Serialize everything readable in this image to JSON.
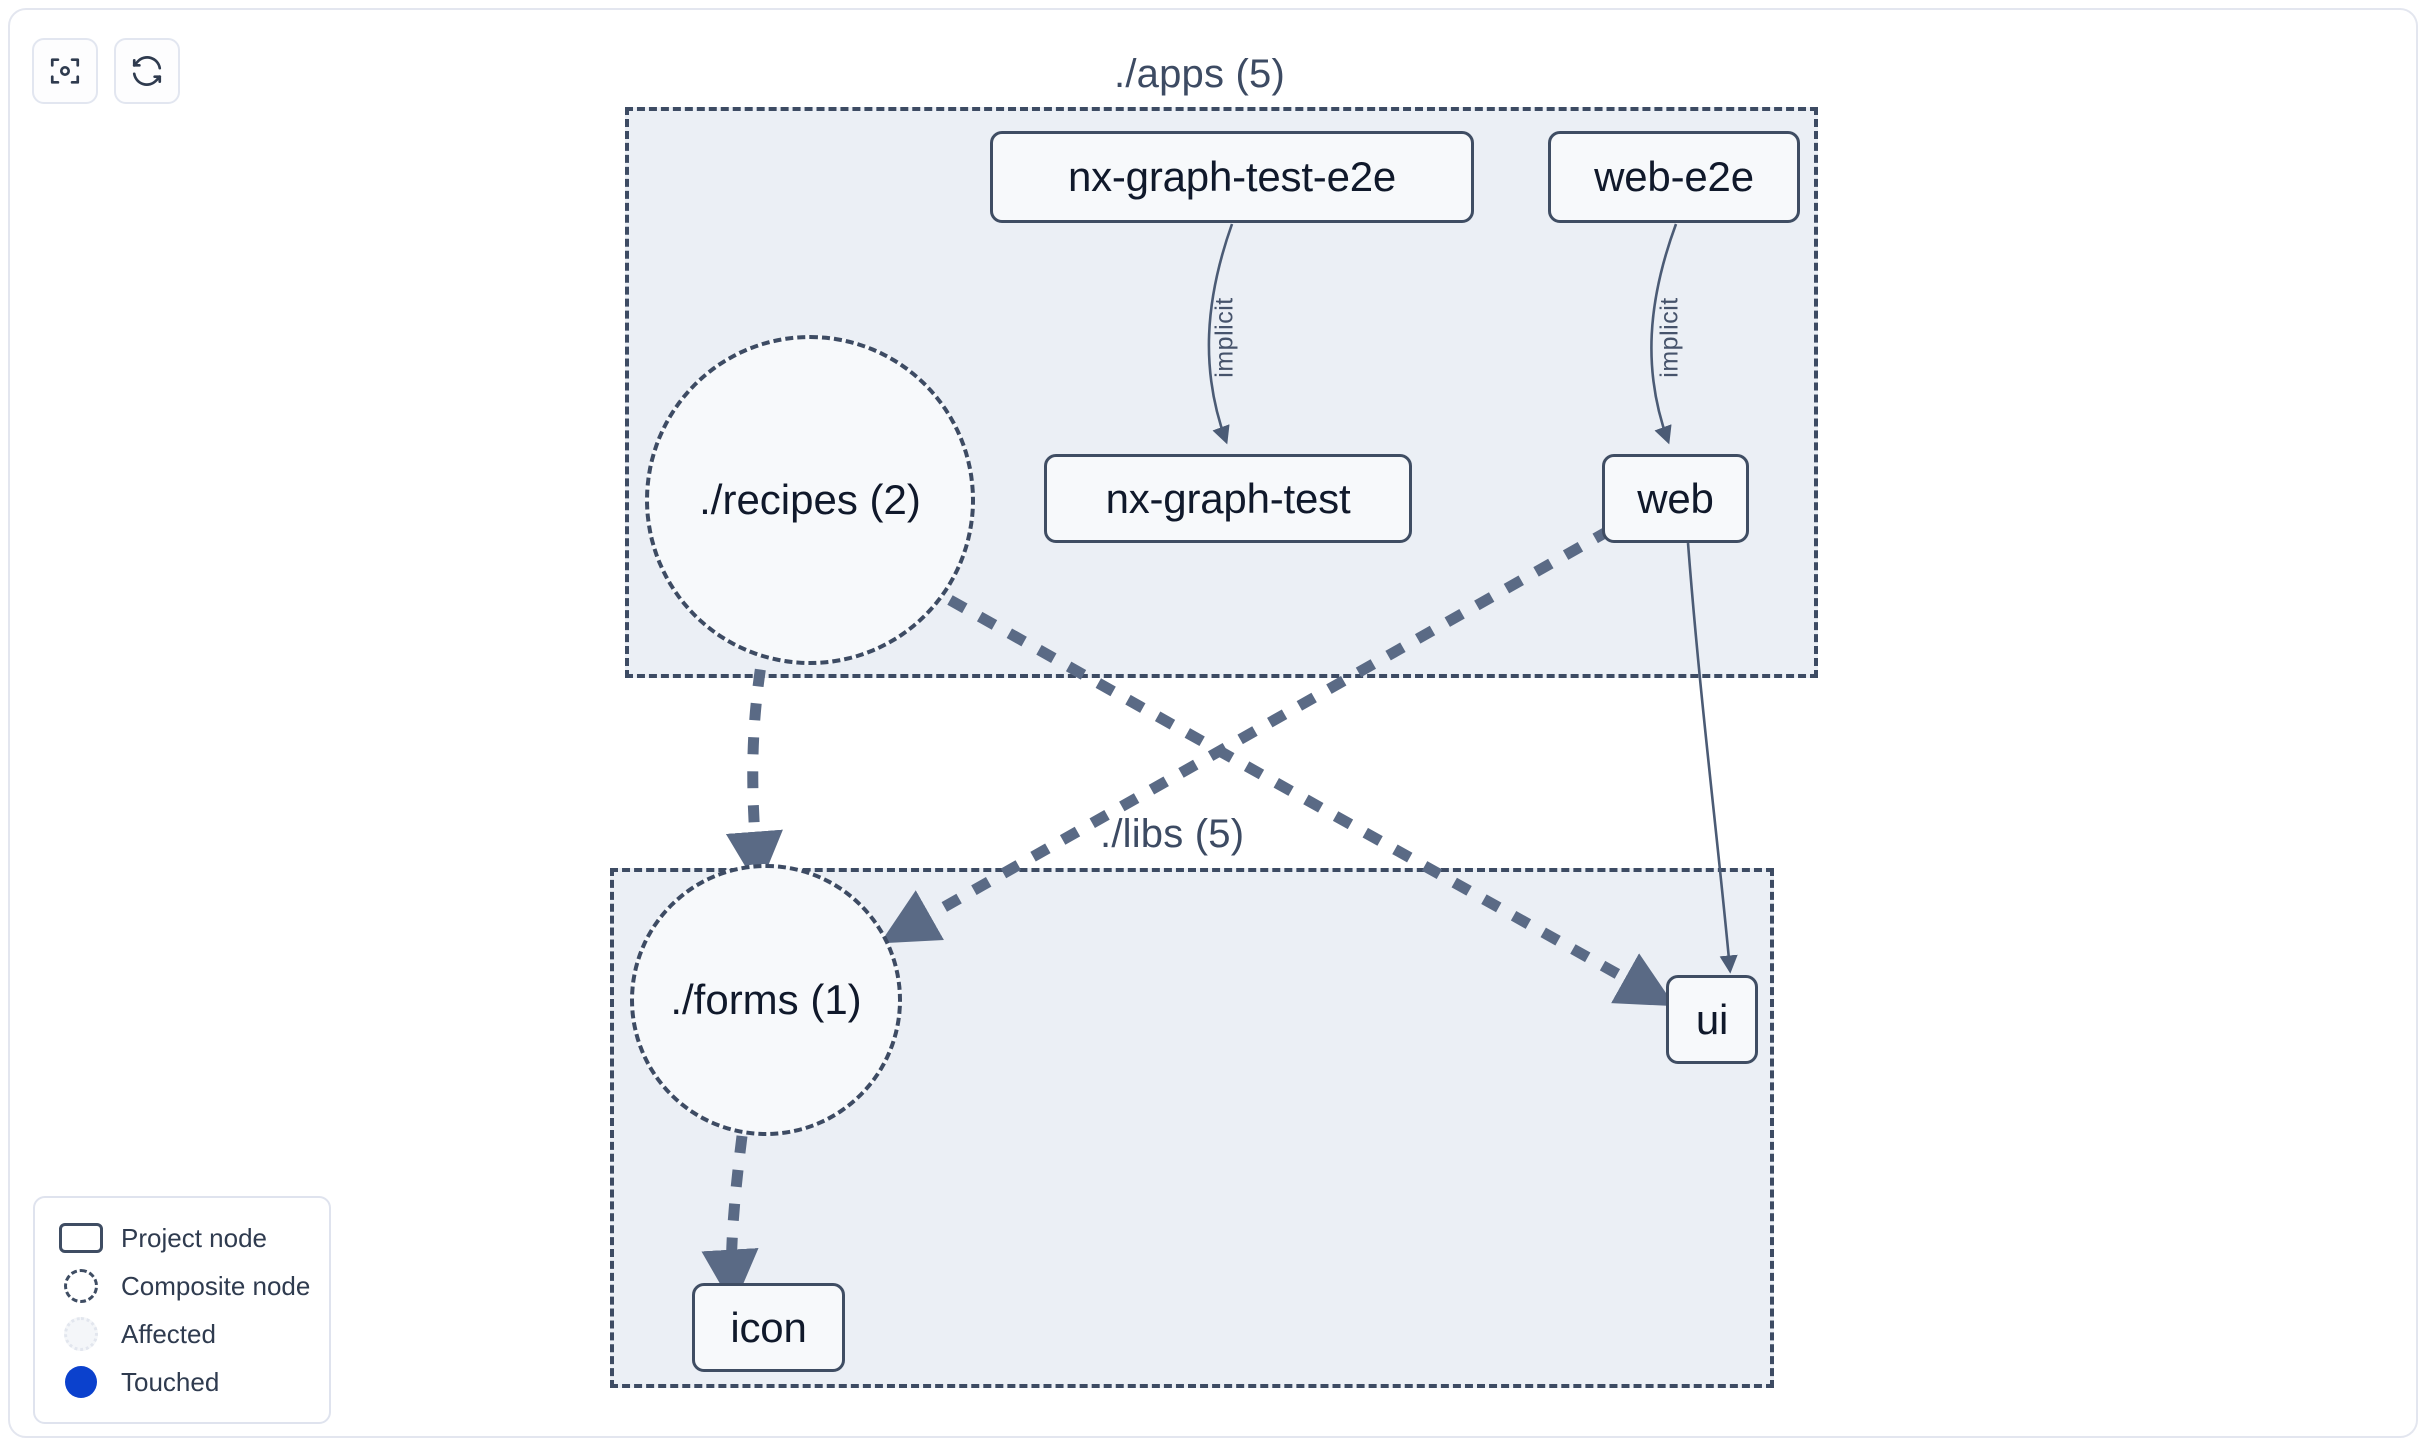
{
  "toolbar": {
    "buttons": [
      {
        "name": "focus-graph-button",
        "icon": "focus-target-icon",
        "label": ""
      },
      {
        "name": "refresh-graph-button",
        "icon": "refresh-icon",
        "label": ""
      }
    ]
  },
  "graph": {
    "groups": [
      {
        "id": "apps",
        "label": "./apps (5)"
      },
      {
        "id": "libs",
        "label": "./libs (5)"
      }
    ],
    "nodes": [
      {
        "id": "nx-graph-test-e2e",
        "label": "nx-graph-test-e2e",
        "type": "project",
        "group": "apps"
      },
      {
        "id": "web-e2e",
        "label": "web-e2e",
        "type": "project",
        "group": "apps"
      },
      {
        "id": "recipes",
        "label": "./recipes (2)",
        "type": "composite",
        "group": "apps"
      },
      {
        "id": "nx-graph-test",
        "label": "nx-graph-test",
        "type": "project",
        "group": "apps"
      },
      {
        "id": "web",
        "label": "web",
        "type": "project",
        "group": "apps"
      },
      {
        "id": "forms",
        "label": "./forms (1)",
        "type": "composite",
        "group": "libs"
      },
      {
        "id": "ui",
        "label": "ui",
        "type": "project",
        "group": "libs"
      },
      {
        "id": "icon",
        "label": "icon",
        "type": "project",
        "group": "libs"
      }
    ],
    "edges": [
      {
        "from": "nx-graph-test-e2e",
        "to": "nx-graph-test",
        "label": "implicit",
        "style": "solid"
      },
      {
        "from": "web-e2e",
        "to": "web",
        "label": "implicit",
        "style": "solid"
      },
      {
        "from": "web",
        "to": "ui",
        "label": "",
        "style": "solid"
      },
      {
        "from": "recipes",
        "to": "forms",
        "label": "",
        "style": "dashed"
      },
      {
        "from": "recipes",
        "to": "ui",
        "label": "",
        "style": "dashed"
      },
      {
        "from": "web",
        "to": "forms",
        "label": "",
        "style": "dashed"
      },
      {
        "from": "forms",
        "to": "icon",
        "label": "",
        "style": "dashed"
      }
    ]
  },
  "legend": {
    "items": [
      {
        "swatch": "project-node-swatch",
        "label": "Project node"
      },
      {
        "swatch": "composite-node-swatch",
        "label": "Composite node"
      },
      {
        "swatch": "affected-swatch",
        "label": "Affected"
      },
      {
        "swatch": "touched-swatch",
        "label": "Touched"
      }
    ]
  },
  "colors": {
    "group_fill": "#ebeff5",
    "group_border": "#3d4b63",
    "node_fill": "#f7f9fb",
    "node_border": "#3f4d63",
    "edge": "#4b5b75",
    "touched": "#0b41cd",
    "text": "#10192b"
  }
}
